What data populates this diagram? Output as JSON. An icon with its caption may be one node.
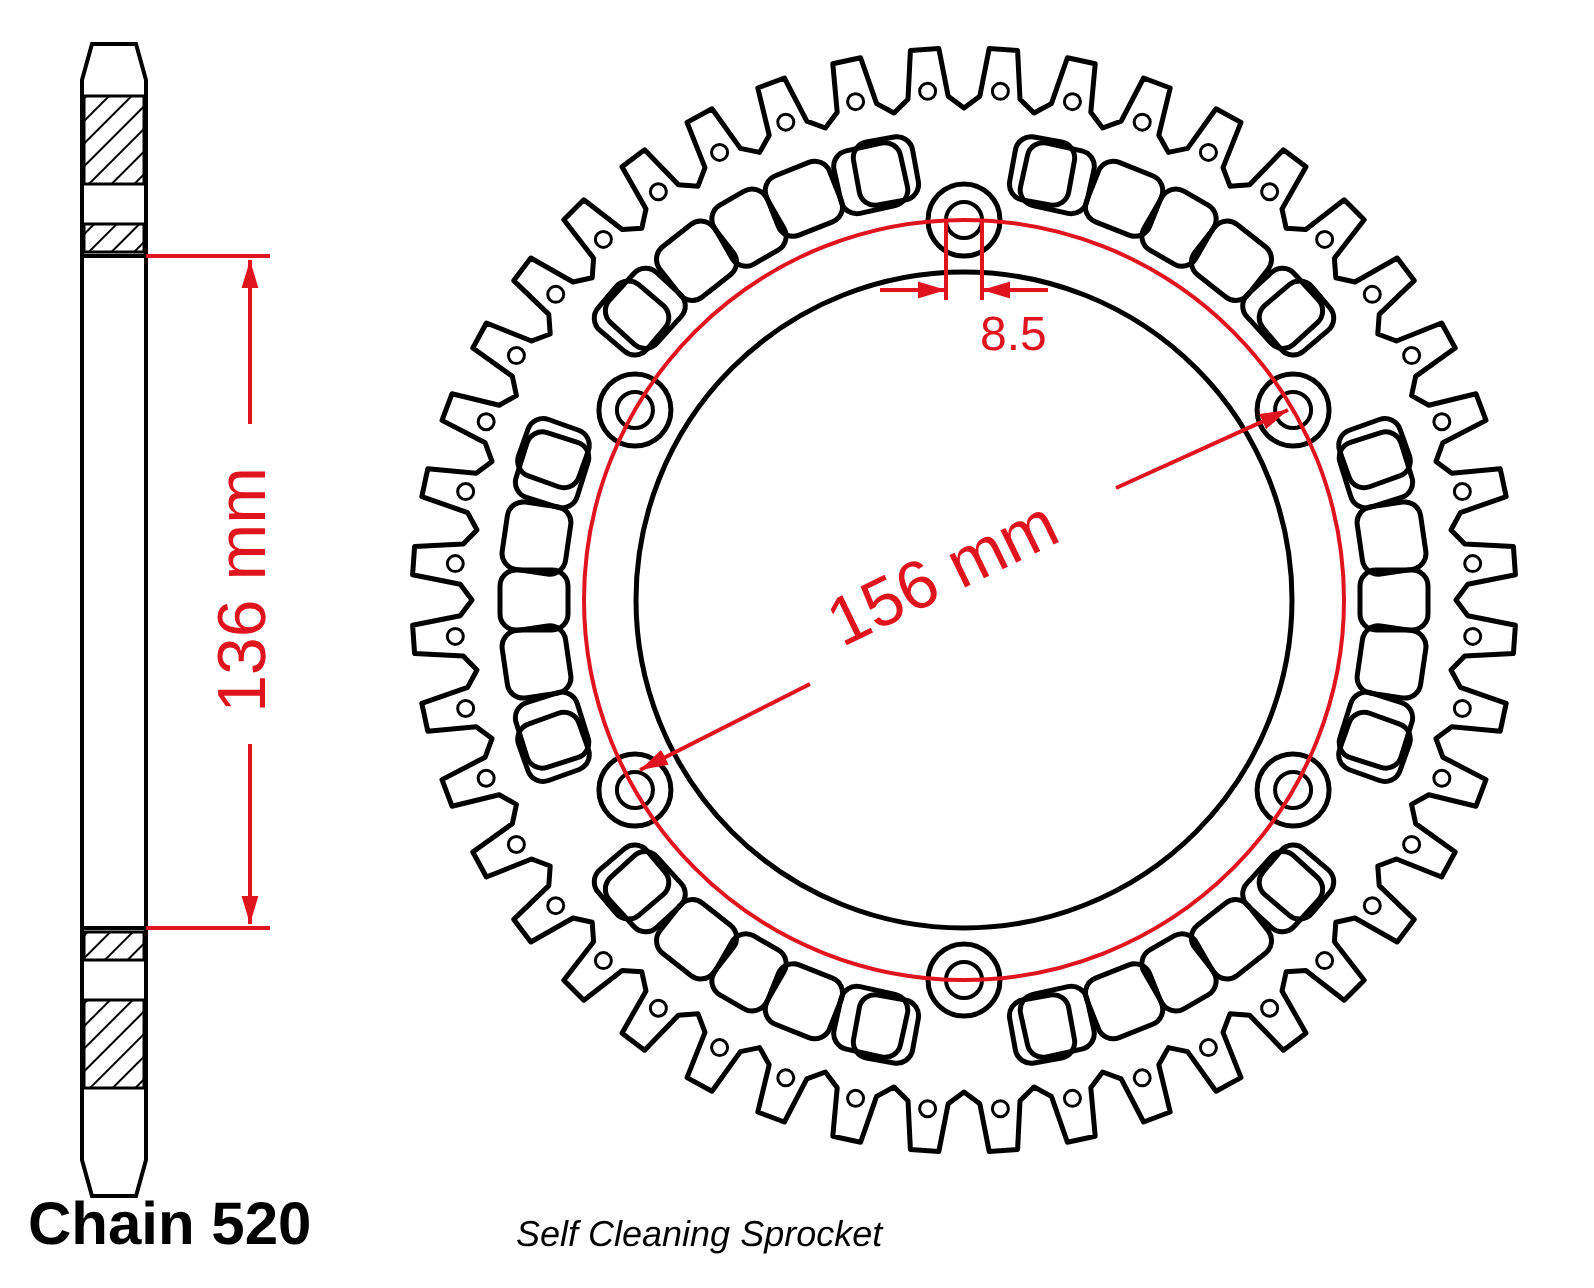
{
  "diagram": {
    "labels": [
      "8.5",
      "136 mm",
      "156 mm",
      "Chain 520",
      "Self Cleaning Sprocket"
    ]
  }
}
